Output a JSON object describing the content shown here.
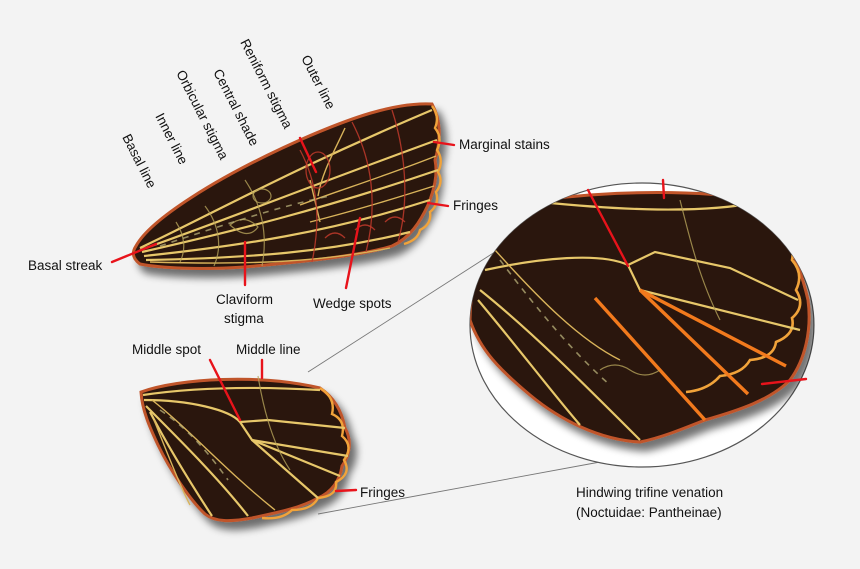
{
  "forewing": {
    "labels": {
      "basal_line": "Basal line",
      "inner_line": "Inner line",
      "orbicular_stigma": "Orbicular stigma",
      "central_shade": "Central shade",
      "reniform_stigma": "Reniform stigma",
      "outer_line": "Outer line",
      "marginal_stains": "Marginal stains",
      "fringes": "Fringes",
      "basal_streak": "Basal streak",
      "claviform_stigma_1": "Claviform",
      "claviform_stigma_2": "stigma",
      "wedge_spots": "Wedge spots"
    }
  },
  "hindwing": {
    "labels": {
      "middle_spot": "Middle spot",
      "middle_line": "Middle line",
      "fringes": "Fringes"
    }
  },
  "inset": {
    "caption_line1": "Hindwing trifine venation",
    "caption_line2": "(Noctuidae: Pantheinae)"
  },
  "colors": {
    "wing": "#2a140b",
    "vein": "#e7c76a",
    "highlight_vein": "#f27a1d",
    "pointer": "#e8131b",
    "edge": "#c0542c"
  }
}
